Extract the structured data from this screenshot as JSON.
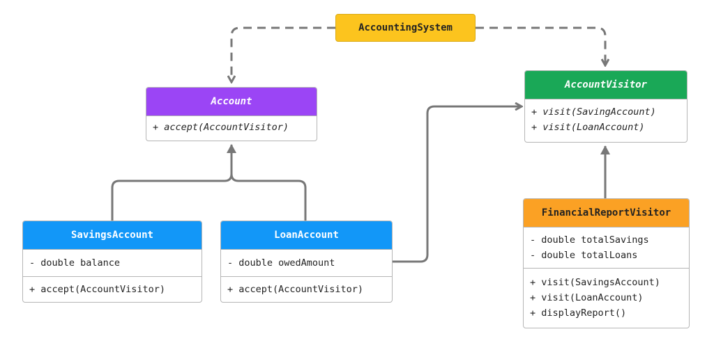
{
  "colors": {
    "system": "#fcc41e",
    "account": "#9b45f5",
    "visitor": "#1aa857",
    "concrete": "#1297f8",
    "report": "#fba124",
    "edge": "#777777"
  },
  "nodes": {
    "system": {
      "label": "AccountingSystem"
    },
    "account": {
      "title": "Account",
      "methods": [
        "+ accept(AccountVisitor)"
      ]
    },
    "visitor": {
      "title": "AccountVisitor",
      "methods": [
        "+ visit(SavingAccount)",
        "+ visit(LoanAccount)"
      ]
    },
    "savings": {
      "title": "SavingsAccount",
      "fields": [
        "- double balance"
      ],
      "methods": [
        "+ accept(AccountVisitor)"
      ]
    },
    "loan": {
      "title": "LoanAccount",
      "fields": [
        "- double owedAmount"
      ],
      "methods": [
        "+ accept(AccountVisitor)"
      ]
    },
    "report": {
      "title": "FinancialReportVisitor",
      "fields": [
        "- double totalSavings",
        "- double totalLoans"
      ],
      "methods": [
        "+ visit(SavingsAccount)",
        "+ visit(LoanAccount)",
        "+ displayReport()"
      ]
    }
  }
}
